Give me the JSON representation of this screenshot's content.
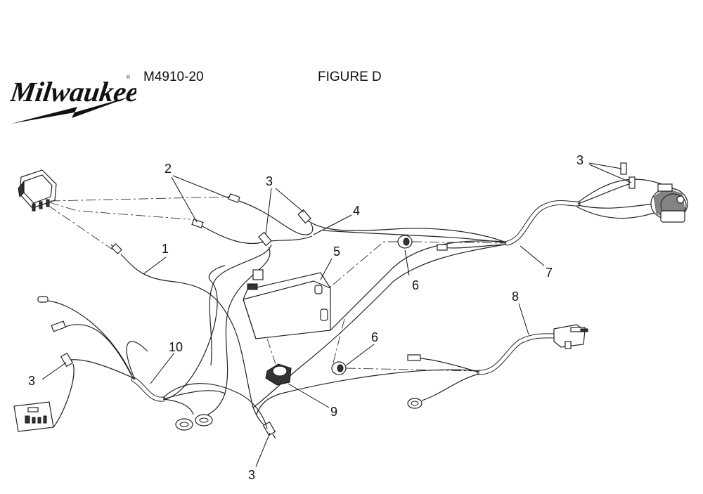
{
  "header": {
    "brand": "Milwaukee",
    "model": "M4910-20",
    "figure": "FIGURE D"
  },
  "diagram": {
    "callouts": [
      "1",
      "2",
      "3",
      "4",
      "5",
      "6",
      "7",
      "8",
      "9",
      "10"
    ],
    "callout_labels": {
      "c1": "1",
      "c2": "2",
      "c3a": "3",
      "c3b": "3",
      "c3c": "3",
      "c3d": "3",
      "c4": "4",
      "c5": "5",
      "c6a": "6",
      "c6b": "6",
      "c7": "7",
      "c8": "8",
      "c9": "9",
      "c10": "10"
    }
  }
}
